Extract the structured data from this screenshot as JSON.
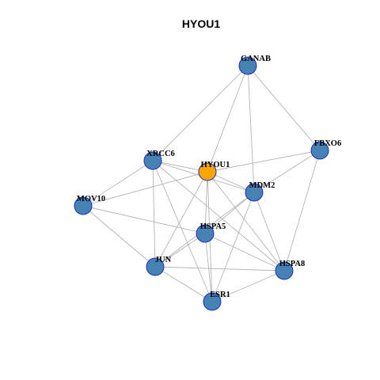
{
  "title": "HYOU1",
  "colors": {
    "focus_node": "#ffa500",
    "node": "#4682b4",
    "node_border": "#1f2fbf",
    "edge": "#b3b3b3"
  },
  "nodes": [
    {
      "id": "GANAB",
      "label": "GANAB",
      "focus": false
    },
    {
      "id": "FBXO6",
      "label": "FBXO6",
      "focus": false
    },
    {
      "id": "XRCC6",
      "label": "XRCC6",
      "focus": false
    },
    {
      "id": "HYOU1",
      "label": "HYOU1",
      "focus": true
    },
    {
      "id": "MDM2",
      "label": "MDM2",
      "focus": false
    },
    {
      "id": "MOV10",
      "label": "MOV10",
      "focus": false
    },
    {
      "id": "HSPA5",
      "label": "HSPA5",
      "focus": false
    },
    {
      "id": "JUN",
      "label": "JUN",
      "focus": false
    },
    {
      "id": "HSPA8",
      "label": "HSPA8",
      "focus": false
    },
    {
      "id": "ESR1",
      "label": "ESR1",
      "focus": false
    }
  ],
  "edges": [
    [
      "GANAB",
      "XRCC6"
    ],
    [
      "GANAB",
      "HYOU1"
    ],
    [
      "GANAB",
      "MDM2"
    ],
    [
      "GANAB",
      "FBXO6"
    ],
    [
      "FBXO6",
      "HYOU1"
    ],
    [
      "FBXO6",
      "MDM2"
    ],
    [
      "FBXO6",
      "HSPA8"
    ],
    [
      "XRCC6",
      "HYOU1"
    ],
    [
      "XRCC6",
      "MDM2"
    ],
    [
      "XRCC6",
      "MOV10"
    ],
    [
      "XRCC6",
      "JUN"
    ],
    [
      "XRCC6",
      "ESR1"
    ],
    [
      "XRCC6",
      "HSPA8"
    ],
    [
      "HYOU1",
      "MOV10"
    ],
    [
      "HYOU1",
      "MDM2"
    ],
    [
      "HYOU1",
      "HSPA5"
    ],
    [
      "HYOU1",
      "JUN"
    ],
    [
      "HYOU1",
      "ESR1"
    ],
    [
      "HYOU1",
      "HSPA8"
    ],
    [
      "MDM2",
      "HSPA5"
    ],
    [
      "MDM2",
      "JUN"
    ],
    [
      "MDM2",
      "ESR1"
    ],
    [
      "MDM2",
      "HSPA8"
    ],
    [
      "MOV10",
      "HSPA5"
    ],
    [
      "MOV10",
      "JUN"
    ],
    [
      "HSPA5",
      "JUN"
    ],
    [
      "HSPA5",
      "ESR1"
    ],
    [
      "HSPA5",
      "HSPA8"
    ],
    [
      "JUN",
      "ESR1"
    ],
    [
      "JUN",
      "HSPA8"
    ],
    [
      "ESR1",
      "HSPA8"
    ]
  ]
}
